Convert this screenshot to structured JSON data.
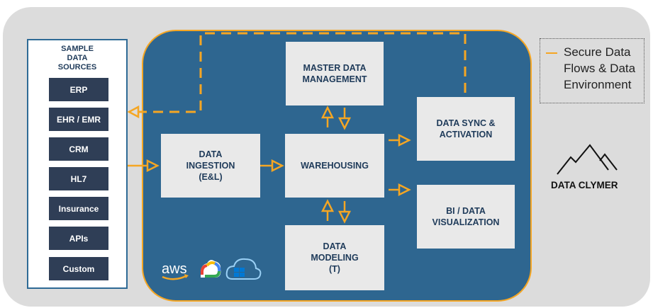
{
  "sources": {
    "title": "SAMPLE\nDATA\nSOURCES",
    "items": [
      "ERP",
      "EHR / EMR",
      "CRM",
      "HL7",
      "Insurance",
      "APIs",
      "Custom"
    ]
  },
  "boxes": {
    "ingestion": "DATA\nINGESTION\n(E&L)",
    "warehousing": "WAREHOUSING",
    "master": "MASTER DATA\nMANAGEMENT",
    "modeling": "DATA\nMODELING\n(T)",
    "sync": "DATA SYNC &\nACTIVATION",
    "bi": "BI / DATA\nVISUALIZATION"
  },
  "legend": {
    "text": "Secure Data\nFlows & Data\nEnvironment"
  },
  "logo": {
    "text": "DATA CLYMER"
  },
  "cloud_icons": [
    "aws-logo",
    "google-cloud-icon",
    "azure-cloud-icon"
  ],
  "colors": {
    "accent": "#f5a623",
    "main_bg": "#2e6690",
    "source_item": "#2f3e56",
    "box_text": "#1f3b5a"
  }
}
